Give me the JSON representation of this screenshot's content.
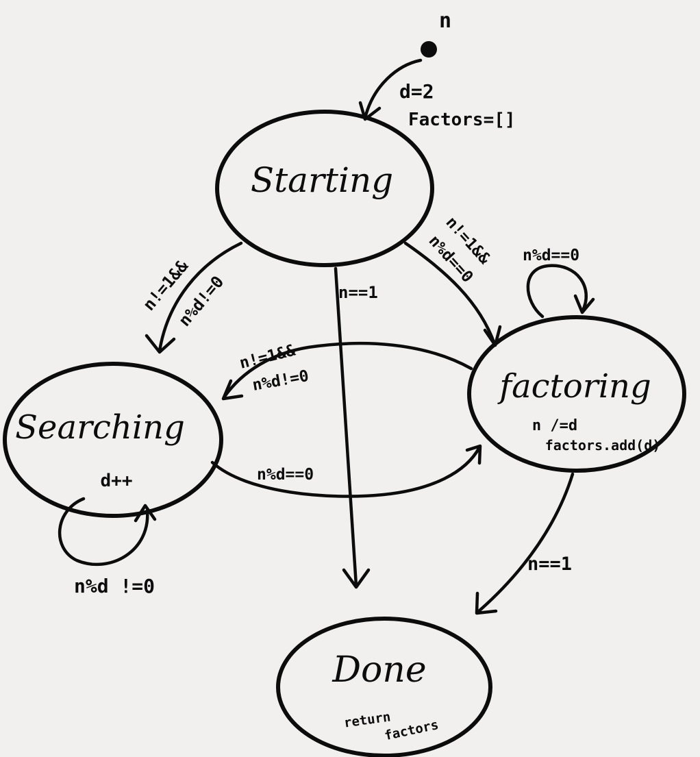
{
  "diagram": {
    "colors": {
      "ink": "#0c0c0c",
      "paper": "#f1f0ee"
    },
    "input_label": "n",
    "init_actions": [
      "d=2",
      "Factors=[]"
    ],
    "states": {
      "starting": {
        "name": "Starting"
      },
      "searching": {
        "name": "Searching",
        "action": "d++"
      },
      "factoring": {
        "name": "factoring",
        "actions": [
          "n /=d",
          "factors.add(d)"
        ]
      },
      "done": {
        "name": "Done",
        "actions": [
          "return",
          "factors"
        ]
      }
    },
    "transitions": {
      "starting_to_searching": [
        "n!=1&&",
        "n%d!=0"
      ],
      "starting_to_factoring": [
        "n!=1&&",
        "n%d==0"
      ],
      "starting_to_done": "n==1",
      "factoring_self": "n%d==0",
      "factoring_to_searching": [
        "n!=1&&",
        "n%d!=0"
      ],
      "searching_to_factoring": "n%d==0",
      "searching_self": "n%d !=0",
      "factoring_to_done": "n==1"
    }
  }
}
